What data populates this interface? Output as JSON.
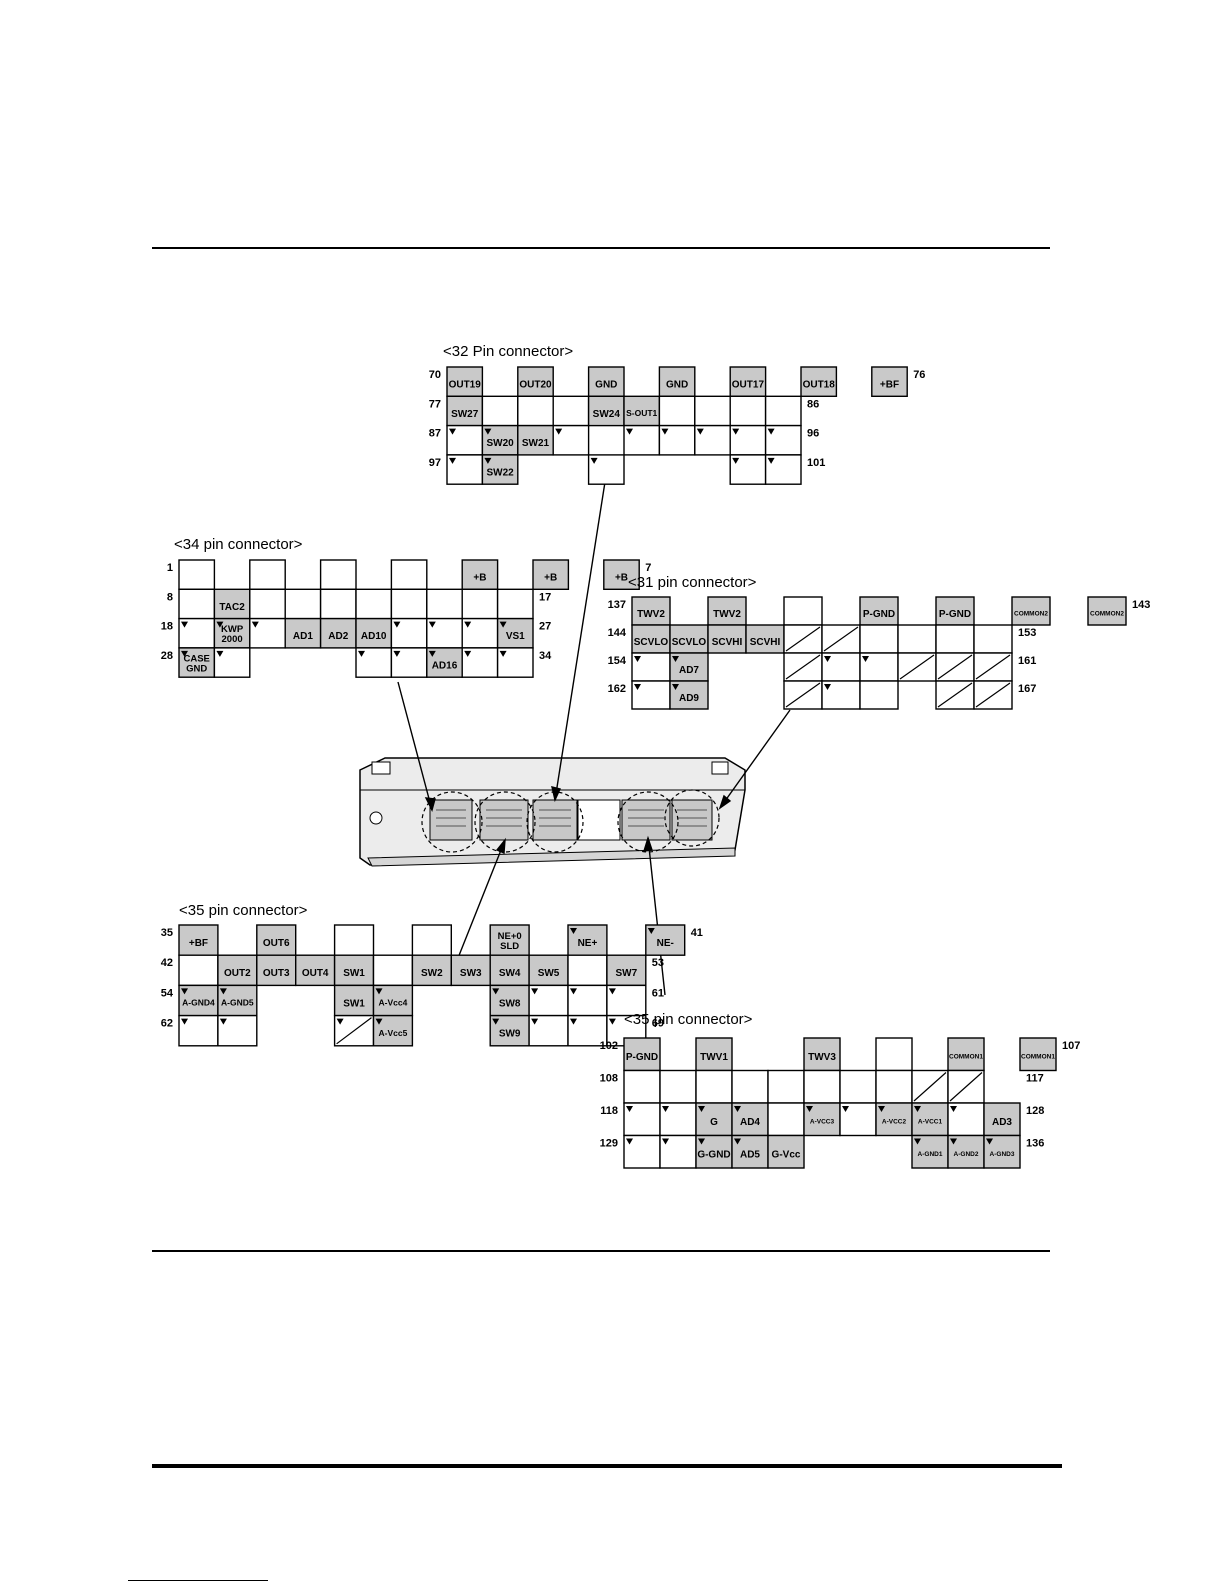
{
  "colors": {
    "pin_shaded": "#c9c9c9",
    "pin_empty": "#ffffff",
    "ink": "#000000"
  },
  "legend_marks": "▼ marks terminal orientation; diagonal line marks unused cavity",
  "connectors": [
    {
      "id": "c32",
      "title": "<32 Pin connector>",
      "rows": [
        {
          "start": "70",
          "end": "76",
          "cells": [
            {
              "label": "OUT19",
              "shaded": true
            },
            {
              "gap": true
            },
            {
              "label": "OUT20",
              "shaded": true
            },
            {
              "gap": true
            },
            {
              "label": "GND",
              "shaded": true
            },
            {
              "gap": true
            },
            {
              "label": "GND",
              "shaded": true
            },
            {
              "gap": true
            },
            {
              "label": "OUT17",
              "shaded": true
            },
            {
              "gap": true
            },
            {
              "label": "OUT18",
              "shaded": true
            },
            {
              "gap": true
            },
            {
              "label": "+BF",
              "shaded": true
            }
          ]
        },
        {
          "start": "77",
          "end": "86",
          "cells": [
            {
              "label": "SW27",
              "shaded": true
            },
            {},
            {},
            {},
            {
              "label": "SW24",
              "shaded": true
            },
            {
              "label": "S-OUT1",
              "shaded": true
            },
            {},
            {},
            {},
            {}
          ]
        },
        {
          "start": "87",
          "end": "96",
          "cells": [
            {
              "mark": true
            },
            {
              "label": "SW20",
              "shaded": true,
              "mark": true
            },
            {
              "label": "SW21",
              "shaded": true
            },
            {
              "mark": true
            },
            {
              "gap": true
            },
            {
              "mark": true
            },
            {
              "mark": true
            },
            {
              "mark": true
            },
            {
              "mark": true
            },
            {
              "mark": true
            }
          ]
        },
        {
          "start": "97",
          "end": "101",
          "cells": [
            {
              "mark": true
            },
            {
              "label": "SW22",
              "shaded": true,
              "mark": true
            },
            {
              "gap": true
            },
            {
              "gap": true
            },
            {
              "mark": true
            },
            {
              "gap": true
            },
            {
              "gap": true
            },
            {
              "gap": true
            },
            {
              "mark": true
            },
            {
              "mark": true
            }
          ]
        }
      ]
    },
    {
      "id": "c34",
      "title": "<34 pin connector>",
      "rows": [
        {
          "start": "1",
          "end": "7",
          "cells": [
            {},
            {
              "gap": true
            },
            {},
            {
              "gap": true
            },
            {},
            {
              "gap": true
            },
            {},
            {
              "gap": true
            },
            {
              "label": "+B",
              "shaded": true
            },
            {
              "gap": true
            },
            {
              "label": "+B",
              "shaded": true
            },
            {
              "gap": true
            },
            {
              "label": "+B",
              "shaded": true
            }
          ]
        },
        {
          "start": "8",
          "end": "17",
          "cells": [
            {},
            {
              "label": "TAC2",
              "shaded": true
            },
            {},
            {},
            {},
            {},
            {},
            {},
            {},
            {}
          ]
        },
        {
          "start": "18",
          "end": "27",
          "cells": [
            {
              "mark": true
            },
            {
              "label": "KWP\n2000",
              "shaded": true,
              "mark": true
            },
            {
              "mark": true
            },
            {
              "label": "AD1",
              "shaded": true
            },
            {
              "label": "AD2",
              "shaded": true
            },
            {
              "label": "AD10",
              "shaded": true
            },
            {
              "mark": true
            },
            {
              "mark": true
            },
            {
              "mark": true
            },
            {
              "label": "VS1",
              "shaded": true,
              "mark": true
            }
          ]
        },
        {
          "start": "28",
          "end": "34",
          "cells": [
            {
              "label": "CASE\nGND",
              "shaded": true,
              "mark": true
            },
            {
              "mark": true
            },
            {
              "gap": true
            },
            {
              "gap": true
            },
            {
              "gap": true
            },
            {
              "mark": true
            },
            {
              "mark": true
            },
            {
              "label": "AD16",
              "shaded": true,
              "mark": true
            },
            {
              "mark": true
            },
            {
              "mark": true
            }
          ]
        }
      ]
    },
    {
      "id": "c31",
      "title": "<31 pin connector>",
      "rows": [
        {
          "start": "137",
          "end": "143",
          "cells": [
            {
              "label": "TWV2",
              "shaded": true
            },
            {
              "gap": true
            },
            {
              "label": "TWV2",
              "shaded": true
            },
            {
              "gap": true
            },
            {},
            {
              "gap": true
            },
            {
              "label": "P-GND",
              "shaded": true
            },
            {
              "gap": true
            },
            {
              "label": "P-GND",
              "shaded": true
            },
            {
              "gap": true
            },
            {
              "label": "COMMON2",
              "shaded": true,
              "small": true
            },
            {
              "gap": true
            },
            {
              "label": "COMMON2",
              "shaded": true,
              "small": true
            }
          ]
        },
        {
          "start": "144",
          "end": "153",
          "cells": [
            {
              "label": "SCVLO",
              "shaded": true
            },
            {
              "label": "SCVLO",
              "shaded": true
            },
            {
              "label": "SCVHI",
              "shaded": true
            },
            {
              "label": "SCVHI",
              "shaded": true
            },
            {
              "diag": true
            },
            {
              "diag": true
            },
            {},
            {},
            {},
            {}
          ]
        },
        {
          "start": "154",
          "end": "161",
          "cells": [
            {
              "mark": true
            },
            {
              "label": "AD7",
              "shaded": true,
              "mark": true
            },
            {
              "gap": true
            },
            {
              "gap": true
            },
            {
              "diag": true
            },
            {
              "mark": true
            },
            {
              "mark": true
            },
            {
              "diag": true
            },
            {
              "diag": true
            },
            {
              "diag": true
            }
          ]
        },
        {
          "start": "162",
          "end": "167",
          "cells": [
            {
              "mark": true
            },
            {
              "label": "AD9",
              "shaded": true,
              "mark": true
            },
            {
              "gap": true
            },
            {
              "gap": true
            },
            {
              "diag": true
            },
            {
              "mark": true
            },
            {},
            {
              "gap": true
            },
            {
              "diag": true
            },
            {
              "diag": true
            }
          ]
        }
      ]
    },
    {
      "id": "c35a",
      "title": "<35 pin connector>",
      "rows": [
        {
          "start": "35",
          "end": "41",
          "cells": [
            {
              "label": "+BF",
              "shaded": true
            },
            {
              "gap": true
            },
            {
              "label": "OUT6",
              "shaded": true
            },
            {
              "gap": true
            },
            {},
            {
              "gap": true
            },
            {},
            {
              "gap": true
            },
            {
              "label": "NE+0\nSLD",
              "shaded": true
            },
            {
              "gap": true
            },
            {
              "label": "NE+",
              "shaded": true,
              "mark": true
            },
            {
              "gap": true
            },
            {
              "label": "NE-",
              "shaded": true,
              "mark": true
            }
          ]
        },
        {
          "start": "42",
          "end": "53",
          "cells": [
            {},
            {
              "label": "OUT2",
              "shaded": true
            },
            {
              "label": "OUT3",
              "shaded": true
            },
            {
              "label": "OUT4",
              "shaded": true
            },
            {
              "label": "SW1",
              "shaded": true
            },
            {},
            {
              "label": "SW2",
              "shaded": true
            },
            {
              "label": "SW3",
              "shaded": true
            },
            {
              "label": "SW4",
              "shaded": true
            },
            {
              "label": "SW5",
              "shaded": true
            },
            {},
            {
              "label": "SW7",
              "shaded": true
            }
          ]
        },
        {
          "start": "54",
          "end": "61",
          "cells": [
            {
              "label": "A-GND4",
              "shaded": true,
              "mark": true
            },
            {
              "label": "A-GND5",
              "shaded": true,
              "mark": true
            },
            {
              "gap": true
            },
            {
              "gap": true
            },
            {
              "label": "SW1",
              "shaded": true
            },
            {
              "label": "A-Vcc4",
              "shaded": true,
              "mark": true
            },
            {
              "gap": true
            },
            {
              "gap": true
            },
            {
              "label": "SW8",
              "shaded": true,
              "mark": true
            },
            {
              "mark": true
            },
            {
              "mark": true
            },
            {
              "mark": true
            }
          ]
        },
        {
          "start": "62",
          "end": "69",
          "cells": [
            {
              "mark": true
            },
            {
              "mark": true
            },
            {
              "gap": true
            },
            {
              "gap": true
            },
            {
              "diag": true,
              "mark": true
            },
            {
              "label": "A-Vcc5",
              "shaded": true,
              "mark": true
            },
            {
              "gap": true
            },
            {
              "gap": true
            },
            {
              "label": "SW9",
              "shaded": true,
              "mark": true
            },
            {
              "mark": true
            },
            {
              "mark": true
            },
            {
              "mark": true
            }
          ]
        }
      ]
    },
    {
      "id": "c35b",
      "title": "<35 pin connector>",
      "rows": [
        {
          "start": "102",
          "end": "107",
          "cells": [
            {
              "label": "P-GND",
              "shaded": true
            },
            {
              "gap": true
            },
            {
              "label": "TWV1",
              "shaded": true
            },
            {
              "gap": true
            },
            {
              "gap": true
            },
            {
              "label": "TWV3",
              "shaded": true
            },
            {
              "gap": true
            },
            {},
            {
              "gap": true
            },
            {
              "label": "COMMON1",
              "shaded": true,
              "small": true
            },
            {
              "gap": true
            },
            {
              "label": "COMMON1",
              "shaded": true,
              "small": true
            }
          ]
        },
        {
          "start": "108",
          "end": "117",
          "cells": [
            {},
            {},
            {},
            {},
            {},
            {},
            {},
            {},
            {
              "diag": true
            },
            {
              "diag": true
            },
            {
              "gap": true
            }
          ]
        },
        {
          "start": "118",
          "end": "128",
          "cells": [
            {
              "mark": true
            },
            {
              "mark": true
            },
            {
              "label": "G",
              "shaded": true,
              "mark": true
            },
            {
              "label": "AD4",
              "shaded": true,
              "mark": true
            },
            {},
            {
              "label": "A-VCC3",
              "shaded": true,
              "mark": true,
              "small": true
            },
            {
              "mark": true
            },
            {
              "label": "A-VCC2",
              "shaded": true,
              "mark": true,
              "small": true
            },
            {
              "label": "A-VCC1",
              "shaded": true,
              "mark": true,
              "small": true
            },
            {
              "mark": true
            },
            {
              "label": "AD3",
              "shaded": true
            }
          ]
        },
        {
          "start": "129",
          "end": "136",
          "cells": [
            {
              "mark": true
            },
            {
              "mark": true
            },
            {
              "label": "G-GND",
              "shaded": true,
              "mark": true
            },
            {
              "label": "AD5",
              "shaded": true,
              "mark": true
            },
            {
              "label": "G-Vcc",
              "shaded": true
            },
            {
              "gap": true
            },
            {
              "gap": true
            },
            {
              "gap": true
            },
            {
              "label": "A-GND1",
              "shaded": true,
              "mark": true,
              "small": true
            },
            {
              "label": "A-GND2",
              "shaded": true,
              "mark": true,
              "small": true
            },
            {
              "label": "A-GND3",
              "shaded": true,
              "mark": true,
              "small": true
            }
          ]
        }
      ]
    }
  ]
}
